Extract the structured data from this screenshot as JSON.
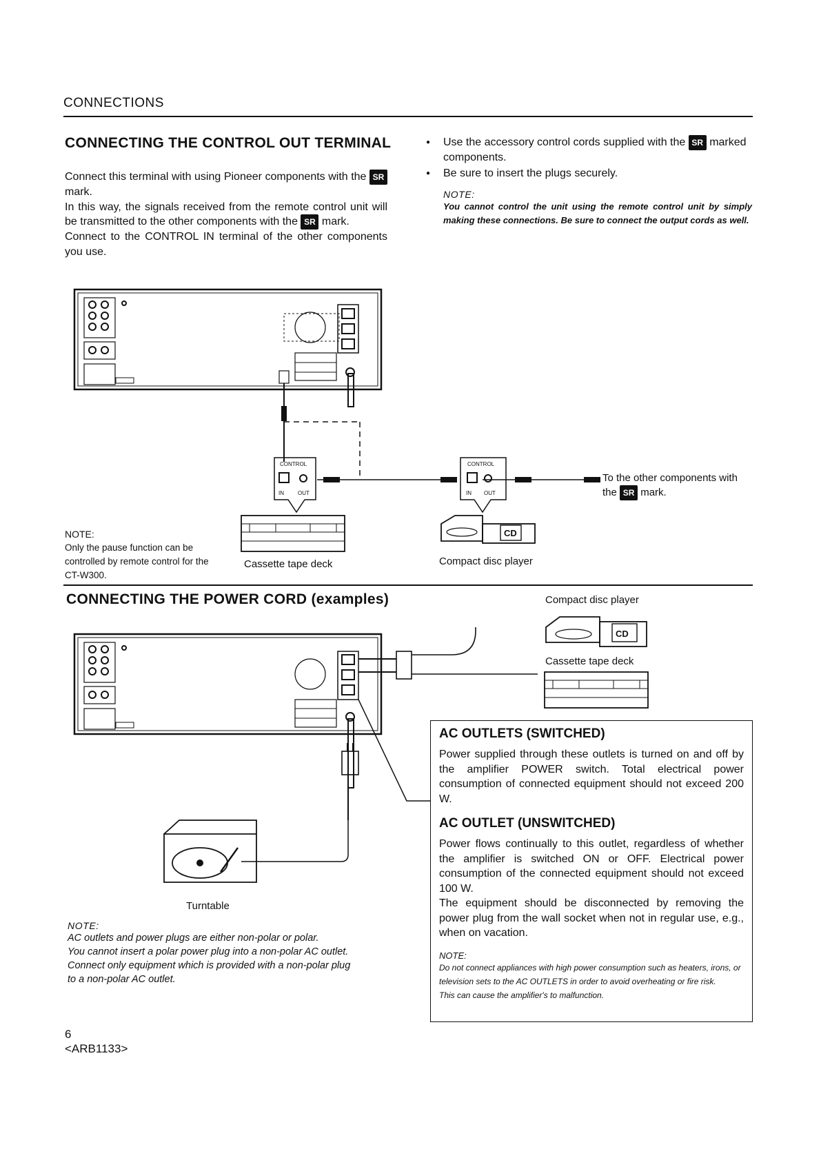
{
  "header": {
    "section": "CONNECTIONS"
  },
  "control_out": {
    "title": "CONNECTING THE CONTROL OUT TERMINAL",
    "p1a": "Connect this terminal with using Pioneer components with the",
    "p1b": "mark.",
    "p2a": "In this way, the signals received from the remote control unit will be transmitted to the other components with the",
    "p2b": "mark.",
    "p3": "Connect to the CONTROL IN terminal of the other components you use.",
    "bullet1a": "Use the accessory control cords supplied with the",
    "bullet1b": "marked components.",
    "bullet2": "Be sure to insert the plugs securely.",
    "note_label": "NOTE:",
    "note_text": "You cannot control the unit using the remote control unit by simply making these connections. Be sure to connect the output cords as well."
  },
  "sr_mark": "SR",
  "diagram1": {
    "control_label": "CONTROL",
    "in_label": "IN",
    "out_label": "OUT",
    "cd_label": "CD",
    "other_components_a": "To the other components with the",
    "other_components_b": "mark.",
    "cassette_caption": "Cassette tape deck",
    "cd_caption": "Compact disc player",
    "note_label": "NOTE:",
    "note_text": "Only the pause function can be controlled by remote control for the CT-W300."
  },
  "power_cord": {
    "title": "CONNECTING THE POWER CORD (examples)",
    "cd_caption": "Compact disc player",
    "cassette_caption": "Cassette tape deck",
    "turntable_caption": "Turntable",
    "cd_label": "CD",
    "note_label": "NOTE:",
    "note_lines": [
      "AC outlets and power plugs are either non-polar or polar.",
      "You cannot insert a polar power plug into a non-polar AC outlet.",
      "Connect only equipment which is provided with a non-polar plug",
      "to a non-polar AC outlet."
    ]
  },
  "outlets_box": {
    "switched_title": "AC OUTLETS (SWITCHED)",
    "switched_text": "Power supplied through these outlets is turned on and off by the amplifier POWER switch. Total electrical power consumption of connected equipment should not exceed 200 W.",
    "unswitched_title": "AC OUTLET (UNSWITCHED)",
    "unswitched_text1": "Power flows continually to this outlet, regardless of whether the amplifier is switched ON or OFF. Electrical power consumption of the connected equipment should not exceed 100 W.",
    "unswitched_text2": "The equipment should be disconnected by removing the power plug from the wall socket when not in regular use, e.g., when on vacation.",
    "note_label": "NOTE:",
    "note_text1": "Do not connect appliances with high power consumption such as heaters, irons, or television sets to the AC OUTLETS in order to avoid overheating or fire risk.",
    "note_text2": "This can cause the amplifier's to malfunction."
  },
  "footer": {
    "page": "6",
    "code": "<ARB1133>"
  }
}
